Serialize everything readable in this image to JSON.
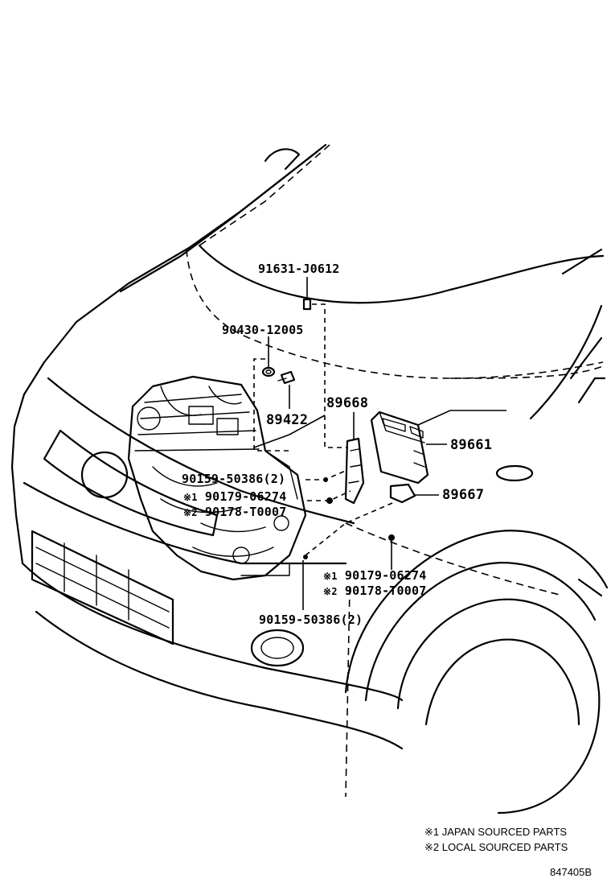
{
  "callouts": {
    "p91631": "91631-J0612",
    "p90430": "90430-12005",
    "p89668": "89668",
    "p89422": "89422",
    "p89661": "89661",
    "p90159_a": "90159-50386(2)",
    "p89667": "89667",
    "n1_a_mark": "※1",
    "n1_a_code": "90179-06274",
    "n2_a_mark": "※2",
    "n2_a_code": "90178-T0007",
    "n1_b_mark": "※1",
    "n1_b_code": "90179-06274",
    "n2_b_mark": "※2",
    "n2_b_code": "90178-T0007",
    "p90159_b": "90159-50386(2)"
  },
  "legend": {
    "note1_mark": "※1",
    "note1_text": "JAPAN SOURCED PARTS",
    "note2_mark": "※2",
    "note2_text": "LOCAL SOURCED PARTS"
  },
  "diagram_id": "847405B"
}
